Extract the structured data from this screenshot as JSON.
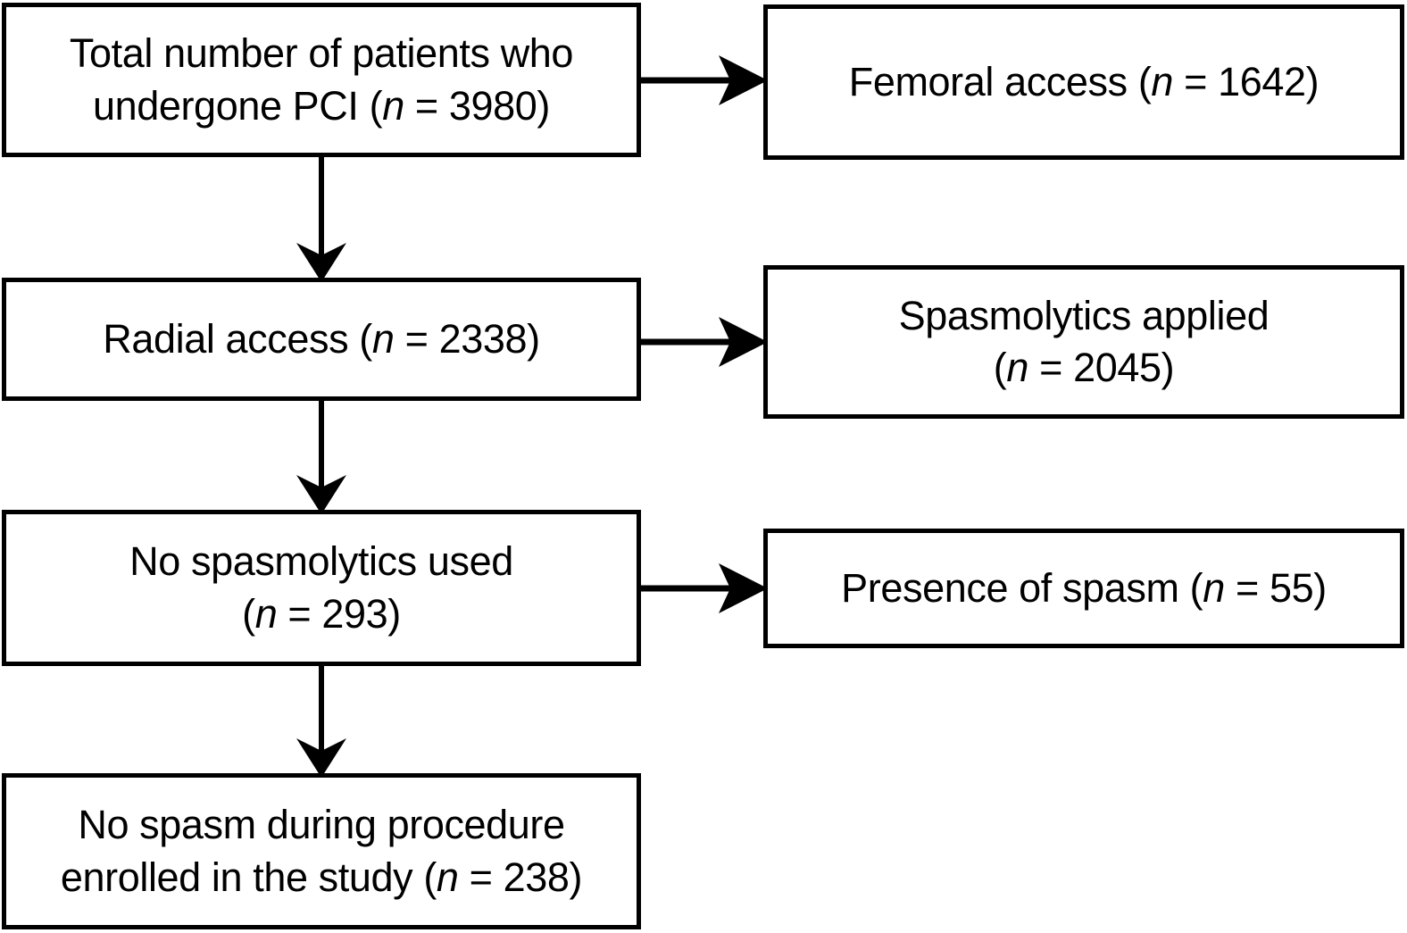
{
  "figure": {
    "type": "flowchart",
    "orientation": "vertical-with-side-branches",
    "stroke_color": "#000000",
    "fill_color": "#ffffff",
    "background": "#ffffff"
  },
  "nodes": {
    "total": {
      "id": "total",
      "line1": "Total number of patients who",
      "line2_pre": "undergone PCI (",
      "line2_var": "n",
      "line2_post": " = 3980)",
      "n_label": "n",
      "n_value": "3980",
      "full_text": "Total number of patients who undergone PCI (n = 3980)"
    },
    "femoral": {
      "id": "femoral",
      "line1_pre": "Femoral access (",
      "line1_var": "n",
      "line1_post": " = 1642)",
      "n_label": "n",
      "n_value": "1642",
      "full_text": "Femoral access (n = 1642)"
    },
    "radial": {
      "id": "radial",
      "line1_pre": "Radial access (",
      "line1_var": "n",
      "line1_post": " = 2338)",
      "n_label": "n",
      "n_value": "2338",
      "full_text": "Radial access (n = 2338)"
    },
    "spasmolytics": {
      "id": "spasmolytics",
      "line1": "Spasmolytics applied",
      "line2_pre": "(",
      "line2_var": "n",
      "line2_post": " = 2045)",
      "n_label": "n",
      "n_value": "2045",
      "full_text": "Spasmolytics applied (n = 2045)"
    },
    "nospasmolytics": {
      "id": "nospasmolytics",
      "line1": "No spasmolytics used",
      "line2_pre": "(",
      "line2_var": "n",
      "line2_post": " = 293)",
      "n_label": "n",
      "n_value": "293",
      "full_text": "No spasmolytics used (n = 293)"
    },
    "presence": {
      "id": "presence",
      "line1_pre": "Presence of spasm (",
      "line1_var": "n",
      "line1_post": " = 55)",
      "n_label": "n",
      "n_value": "55",
      "full_text": "Presence of spasm (n = 55)"
    },
    "enrolled": {
      "id": "enrolled",
      "line1": "No spasm during procedure",
      "line2_pre": "enrolled in the study (",
      "line2_var": "n",
      "line2_post": " = 238)",
      "n_label": "n",
      "n_value": "238",
      "full_text": "No spasm during procedure enrolled in the study (n = 238)"
    }
  },
  "edges": [
    {
      "id": "total-to-femoral",
      "from": "total",
      "to": "femoral",
      "direction": "right"
    },
    {
      "id": "total-to-radial",
      "from": "total",
      "to": "radial",
      "direction": "down"
    },
    {
      "id": "radial-to-spasmolytics",
      "from": "radial",
      "to": "spasmolytics",
      "direction": "right"
    },
    {
      "id": "radial-to-nospasmo",
      "from": "radial",
      "to": "nospasmolytics",
      "direction": "down"
    },
    {
      "id": "nospasmo-to-presence",
      "from": "nospasmolytics",
      "to": "presence",
      "direction": "right"
    },
    {
      "id": "nospasmo-to-enrolled",
      "from": "nospasmolytics",
      "to": "enrolled",
      "direction": "down"
    }
  ],
  "chart_data": {
    "type": "flowchart",
    "title": "",
    "stages": [
      {
        "label": "Total number of patients who undergone PCI",
        "n": 3980,
        "branch": "main"
      },
      {
        "label": "Femoral access",
        "n": 1642,
        "branch": "side"
      },
      {
        "label": "Radial access",
        "n": 2338,
        "branch": "main"
      },
      {
        "label": "Spasmolytics applied",
        "n": 2045,
        "branch": "side"
      },
      {
        "label": "No spasmolytics used",
        "n": 293,
        "branch": "main"
      },
      {
        "label": "Presence of spasm",
        "n": 55,
        "branch": "side"
      },
      {
        "label": "No spasm during procedure enrolled in the study",
        "n": 238,
        "branch": "main"
      }
    ]
  }
}
